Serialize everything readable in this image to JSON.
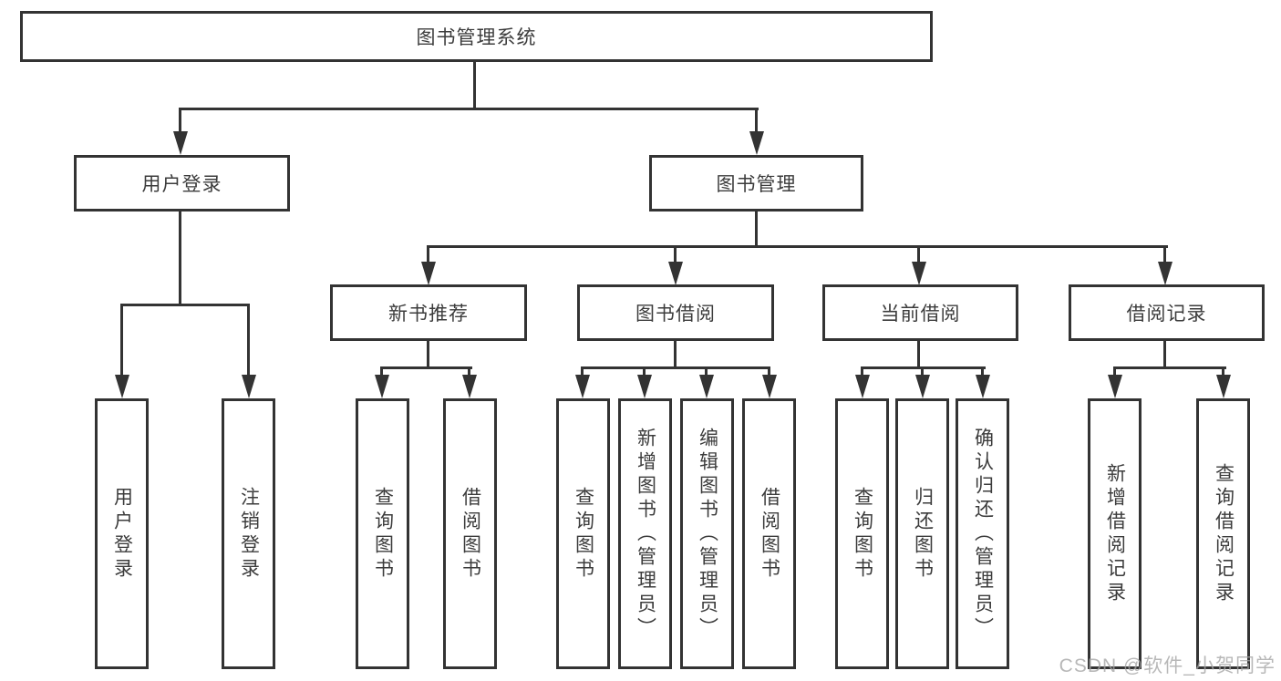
{
  "diagram": {
    "type": "tree",
    "root": {
      "label": "图书管理系统"
    },
    "level2": [
      {
        "label": "用户登录",
        "parent": "图书管理系统"
      },
      {
        "label": "图书管理",
        "parent": "图书管理系统"
      }
    ],
    "level3": [
      {
        "label": "新书推荐",
        "parent": "图书管理"
      },
      {
        "label": "图书借阅",
        "parent": "图书管理"
      },
      {
        "label": "当前借阅",
        "parent": "图书管理"
      },
      {
        "label": "借阅记录",
        "parent": "图书管理"
      }
    ],
    "leaves": [
      {
        "label": "用户登录",
        "parent": "用户登录"
      },
      {
        "label": "注销登录",
        "parent": "用户登录"
      },
      {
        "label": "查询图书",
        "parent": "新书推荐"
      },
      {
        "label": "借阅图书",
        "parent": "新书推荐"
      },
      {
        "label": "查询图书",
        "parent": "图书借阅"
      },
      {
        "label": "新增图书（管理员）",
        "parent": "图书借阅"
      },
      {
        "label": "编辑图书（管理员）",
        "parent": "图书借阅"
      },
      {
        "label": "借阅图书",
        "parent": "图书借阅"
      },
      {
        "label": "查询图书",
        "parent": "当前借阅"
      },
      {
        "label": "归还图书",
        "parent": "当前借阅"
      },
      {
        "label": "确认归还（管理员）",
        "parent": "当前借阅"
      },
      {
        "label": "新增借阅记录",
        "parent": "借阅记录"
      },
      {
        "label": "查询借阅记录",
        "parent": "借阅记录"
      }
    ]
  },
  "watermark": {
    "text": "CSDN @软件_小贺同学"
  },
  "colors": {
    "line": "#333333",
    "text": "#3c3c3c",
    "background": "#ffffff",
    "watermark": "#a4a4a4"
  }
}
